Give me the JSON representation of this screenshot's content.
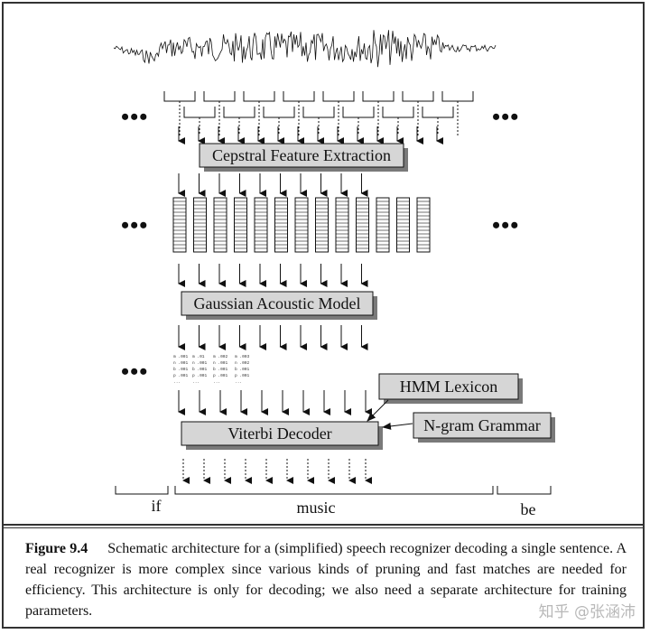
{
  "boxes": {
    "feature_extraction": "Cepstral Feature Extraction",
    "acoustic_model": "Gaussian Acoustic Model",
    "lexicon": "HMM Lexicon",
    "grammar": "N-gram Grammar",
    "decoder": "Viterbi Decoder"
  },
  "ellipsis": "•••",
  "words": [
    "if",
    "music",
    "be"
  ],
  "likelihood_rows": [
    [
      "m .001",
      "m .01",
      "m .002",
      "m .003"
    ],
    [
      "n .001",
      "n .001",
      "n .001",
      "n .002"
    ],
    [
      "b .001",
      "b .001",
      "b .001",
      "b .001"
    ],
    [
      "p .001",
      "p .001",
      "p .001",
      "p .001"
    ],
    [
      "...",
      "...",
      "...",
      "..."
    ]
  ],
  "caption": {
    "figure_number": "Figure 9.4",
    "text": "Schematic architecture for a (simplified) speech recognizer decoding a single sentence. A real recognizer is more complex since various kinds of pruning and fast matches are needed for efficiency. This architecture is only for decoding; we also need a separate architecture for training parameters."
  },
  "watermark": "知乎 @张涵沛",
  "colors": {
    "box_fill": "#d6d6d6",
    "box_shadow": "#7a7a7a",
    "line": "#111111"
  }
}
